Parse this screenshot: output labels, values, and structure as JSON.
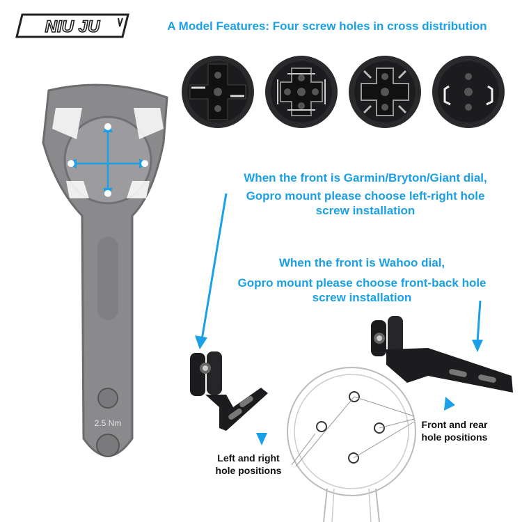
{
  "brand": {
    "logo_text": "NIU JU"
  },
  "header": {
    "title": "A Model Features: Four screw holes in cross distribution"
  },
  "mounts": [
    {
      "name": "mount-variant-1"
    },
    {
      "name": "mount-variant-2"
    },
    {
      "name": "mount-variant-3"
    },
    {
      "name": "mount-variant-4"
    }
  ],
  "bracket": {
    "torque_label": "2.5 Nm"
  },
  "garmin_note": {
    "line1": "When the front is Garmin/Bryton/Giant dial,",
    "line2": "Gopro mount please choose left-right hole",
    "line3": "screw installation"
  },
  "wahoo_note": {
    "line1": "When the front is Wahoo dial,",
    "line2": "Gopro mount please choose front-back hole",
    "line3": "screw installation"
  },
  "labels": {
    "left_right_1": "Left and right",
    "left_right_2": "hole positions",
    "front_rear_1": "Front and rear",
    "front_rear_2": "hole positions"
  },
  "colors": {
    "accent": "#1aa0e6",
    "bracket_gray": "#8a8a8d",
    "mount_black": "#1c1c1e"
  }
}
